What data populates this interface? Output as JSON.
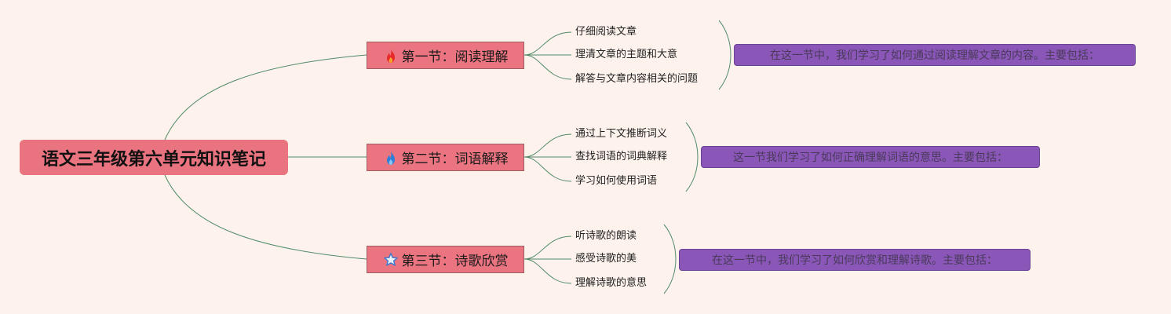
{
  "diagram": {
    "root": {
      "label": "语文三年级第六单元知识笔记"
    },
    "sections": [
      {
        "label": "第一节：阅读理解",
        "icon": "fire-icon",
        "icon_color": "#e8292b",
        "items": [
          "仔细阅读文章",
          "理清文章的主题和大意",
          "解答与文章内容相关的问题"
        ],
        "summary": "在这一节中，我们学习了如何通过阅读理解文章的内容。主要包括："
      },
      {
        "label": "第二节：词语解释",
        "icon": "flame-drop-icon",
        "icon_color": "#2f7fd6",
        "items": [
          "通过上下文推断词义",
          "查找词语的词典解释",
          "学习如何使用词语"
        ],
        "summary": "这一节我们学习了如何正确理解词语的意思。主要包括："
      },
      {
        "label": "第三节：诗歌欣赏",
        "icon": "star-icon",
        "icon_color": "#3a79cf",
        "items": [
          "听诗歌的朗读",
          "感受诗歌的美",
          "理解诗歌的意思"
        ],
        "summary": "在这一节中，我们学习了如何欣赏和理解诗歌。主要包括："
      }
    ],
    "colors": {
      "background": "#fdf2ec",
      "node_fill": "#ea7480",
      "summary_fill": "#8a57b8",
      "connector": "#4f8a6b"
    }
  }
}
